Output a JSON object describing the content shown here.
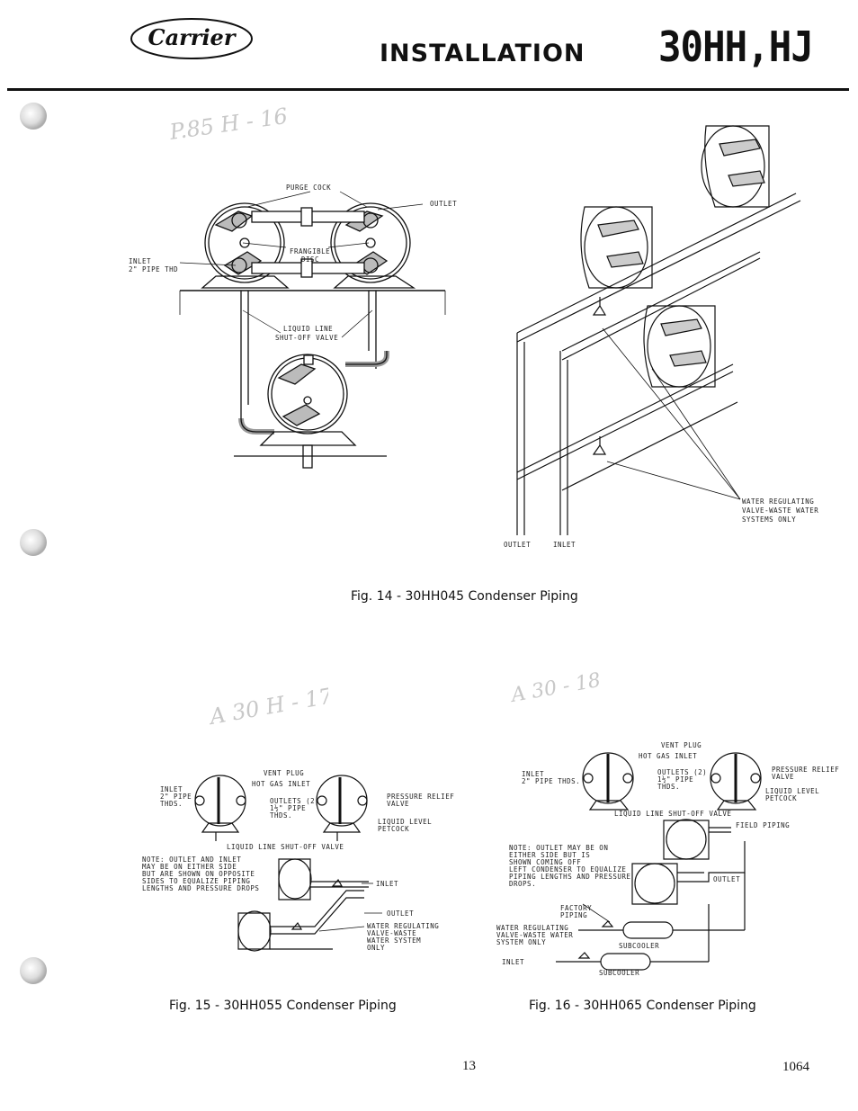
{
  "header": {
    "brand": "Carrier",
    "section_title": "INSTALLATION",
    "model_title": "30HH,HJ"
  },
  "fig14": {
    "caption": "Fig. 14 - 30HH045 Condenser Piping",
    "labels": {
      "purge_cock": "PURGE COCK",
      "outlet_top": "OUTLET",
      "inlet": "INLET",
      "inlet_thd": "2\" PIPE THD",
      "frangible": "FRANGIBLE",
      "disc": "DISC",
      "liquid_line": "LIQUID LINE",
      "shutoff": "SHUT-OFF VALVE",
      "water_reg_1": "WATER REGULATING",
      "water_reg_2": "VALVE-WASTE WATER",
      "water_reg_3": "SYSTEMS ONLY",
      "outlet_bottom": "OUTLET",
      "inlet_bottom": "INLET"
    }
  },
  "fig15": {
    "caption": "Fig. 15 - 30HH055 Condenser Piping",
    "labels": {
      "vent_plug": "VENT PLUG",
      "hot_gas": "HOT GAS INLET",
      "inlet": "INLET",
      "pipe": "2\" PIPE",
      "thds": "THDS.",
      "outlets": "OUTLETS (2)",
      "pipe_size": "1½\" PIPE",
      "outlets_thds": "THDS.",
      "pressure_relief": "PRESSURE RELIEF",
      "valve": "VALVE",
      "liquid_level": "LIQUID LEVEL",
      "petcock": "PETCOCK",
      "shutoff": "LIQUID LINE SHUT-OFF VALVE",
      "note_1": "NOTE: OUTLET AND INLET",
      "note_2": "MAY BE ON EITHER SIDE",
      "note_3": "BUT ARE SHOWN ON OPPOSITE",
      "note_4": "SIDES TO EQUALIZE PIPING",
      "note_5": "LENGTHS AND PRESSURE DROPS",
      "inlet_right": "INLET",
      "outlet": "OUTLET",
      "water_reg_1": "WATER REGULATING",
      "water_reg_2": "VALVE-WASTE",
      "water_reg_3": "WATER SYSTEM",
      "water_reg_4": "ONLY"
    }
  },
  "fig16": {
    "caption": "Fig. 16 - 30HH065 Condenser Piping",
    "labels": {
      "vent_plug": "VENT PLUG",
      "hot_gas": "HOT GAS INLET",
      "inlet": "INLET",
      "inlet_thds": "2\" PIPE THDS.",
      "outlets": "OUTLETS (2)",
      "pipe_size": "1½\" PIPE",
      "outlets_thds": "THDS.",
      "pressure_relief": "PRESSURE RELIEF",
      "valve": "VALVE",
      "liquid_level": "LIQUID LEVEL",
      "petcock": "PETCOCK",
      "shutoff": "LIQUID LINE SHUT-OFF VALVE",
      "field_piping": "FIELD PIPING",
      "note_1": "NOTE: OUTLET MAY BE ON",
      "note_2": "EITHER SIDE BUT IS",
      "note_3": "SHOWN COMING OFF",
      "note_4": "LEFT CONDENSER TO EQUALIZE",
      "note_5": "PIPING LENGTHS AND PRESSURE",
      "note_6": "DROPS.",
      "outlet": "OUTLET",
      "factory_1": "FACTORY",
      "factory_2": "PIPING",
      "water_reg_1": "WATER REGULATING",
      "water_reg_2": "VALVE-WASTE WATER",
      "water_reg_3": "SYSTEM ONLY",
      "subcooler_1": "SUBCOOLER",
      "subcooler_2": "SUBCOOLER",
      "inlet_bottom": "INLET"
    }
  },
  "footer": {
    "page_number": "13",
    "doc_number": "1064"
  }
}
